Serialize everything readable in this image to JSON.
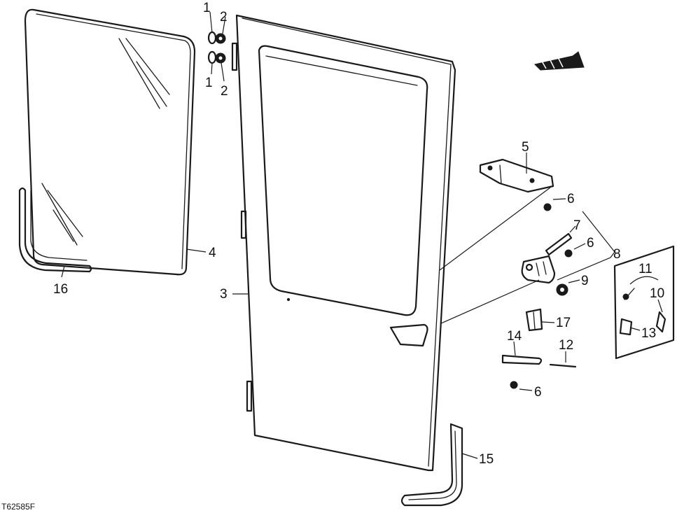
{
  "figure": {
    "reference_code": "T62585F",
    "callouts": [
      {
        "id": "c1a",
        "text": "1"
      },
      {
        "id": "c2a",
        "text": "2"
      },
      {
        "id": "c1b",
        "text": "1"
      },
      {
        "id": "c2b",
        "text": "2"
      },
      {
        "id": "c3",
        "text": "3"
      },
      {
        "id": "c4",
        "text": "4"
      },
      {
        "id": "c5",
        "text": "5"
      },
      {
        "id": "c6a",
        "text": "6"
      },
      {
        "id": "c6b",
        "text": "6"
      },
      {
        "id": "c6c",
        "text": "6"
      },
      {
        "id": "c7",
        "text": "7"
      },
      {
        "id": "c8",
        "text": "8"
      },
      {
        "id": "c9",
        "text": "9"
      },
      {
        "id": "c10",
        "text": "10"
      },
      {
        "id": "c11",
        "text": "11"
      },
      {
        "id": "c12",
        "text": "12"
      },
      {
        "id": "c13",
        "text": "13"
      },
      {
        "id": "c14",
        "text": "14"
      },
      {
        "id": "c15",
        "text": "15"
      },
      {
        "id": "c16",
        "text": "16"
      },
      {
        "id": "c17",
        "text": "17"
      }
    ]
  }
}
